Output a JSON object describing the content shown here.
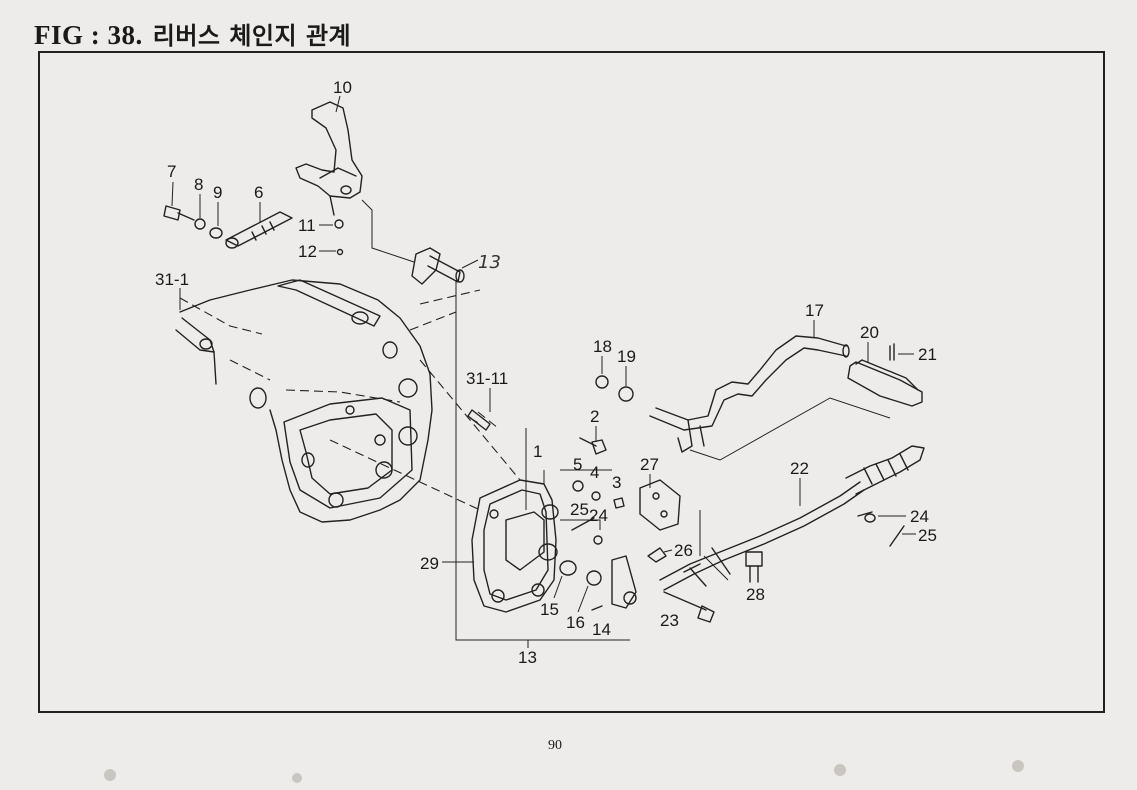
{
  "header": {
    "fig": "FIG : 38.",
    "title": "리버스 체인지 관계"
  },
  "footer": {
    "page_number": "90"
  },
  "callouts": {
    "c1": "1",
    "c2": "2",
    "c3": "3",
    "c4": "4",
    "c5": "5",
    "c6": "6",
    "c7": "7",
    "c8": "8",
    "c9": "9",
    "c10": "10",
    "c11": "11",
    "c12": "12",
    "c13_bottom": "13",
    "c13_hand": "13",
    "c14": "14",
    "c15": "15",
    "c16": "16",
    "c17": "17",
    "c18": "18",
    "c19": "19",
    "c20": "20",
    "c21": "21",
    "c22": "22",
    "c23": "23",
    "c24a": "24",
    "c24b": "24",
    "c25a": "25",
    "c25b": "25",
    "c26": "26",
    "c27": "27",
    "c28": "28",
    "c29": "29",
    "c31_1": "31-1",
    "c31_11": "31-11"
  }
}
